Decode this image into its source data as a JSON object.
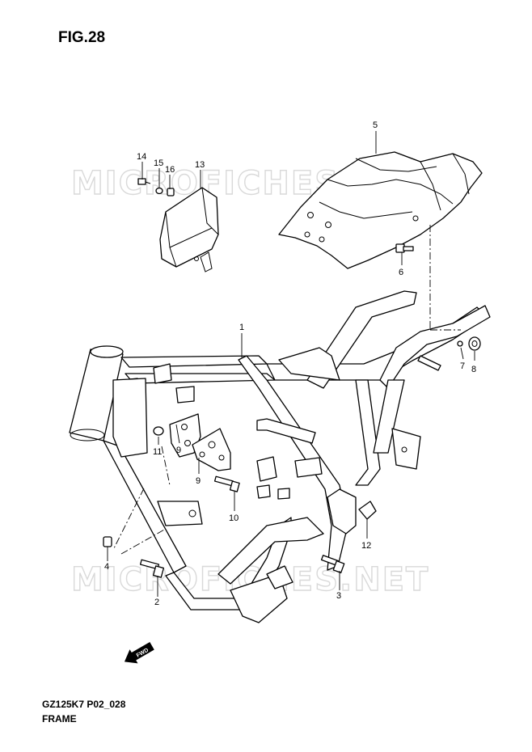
{
  "figure": {
    "title": "FIG.28"
  },
  "footer": {
    "code": "GZ125K7 P02_028",
    "name": "FRAME"
  },
  "watermark": {
    "text": "MICROFICHES.NET"
  },
  "fwd_label": "FWD",
  "callouts": [
    "1",
    "2",
    "3",
    "4",
    "5",
    "6",
    "7",
    "8",
    "9",
    "9",
    "10",
    "11",
    "12",
    "13",
    "14",
    "15",
    "16"
  ]
}
